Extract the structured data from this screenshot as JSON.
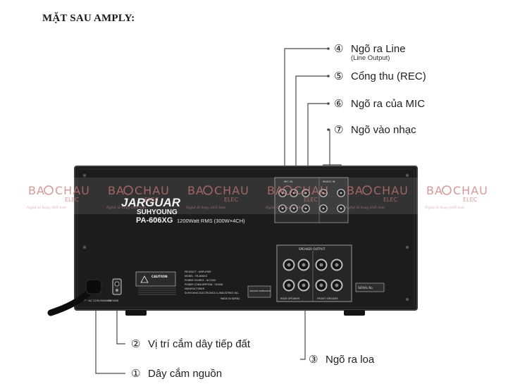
{
  "heading": "MẶT SAU AMPLY:",
  "watermark": {
    "brand_left": "BA",
    "brand_right": "CHAU",
    "sub": "ELEC",
    "slogan": "Nghệ là hoạy thổi hơn"
  },
  "device": {
    "brand": "JARGUAR",
    "sub_brand": "SUHYOUNG",
    "model": "PA-606XG",
    "power_spec": "1200Watt RMS (300W×4CH)",
    "mic_section_label": "MIC IN",
    "music_section_label": "MUSIC IN",
    "speaker_output_label": "SPEAKER OUTPUT",
    "rear_speaker_label": "REAR SPEAKER",
    "front_speaker_label": "FRONT SPEAKER",
    "serial_label": "SERIAL No.",
    "power_label": "~AC 220V/50/60Hz",
    "ground_label": "GROUND",
    "caution_title": "CAUTION",
    "label_product": "PRODUCT : AMPLIFIER",
    "label_model": "MODEL : PA-606XG",
    "label_power_source": "POWER SOURCE : AC220V",
    "label_power_consumption": "POWER CONSUMPTION : 1600W",
    "label_manufacturer": "MANUFACTURER",
    "label_company": "SUHYOUNG ELECTRONICS & INDUSTRIES INC.",
    "label_made_in": "MADE IN KOREA",
    "speaker_impedance": "SPEAKER IMPEDANCE"
  },
  "callouts": [
    {
      "num": "④",
      "text": "Ngõ ra Line",
      "sub": "(Line Output)"
    },
    {
      "num": "⑤",
      "text": "Cổng thu (REC)"
    },
    {
      "num": "⑥",
      "text": "Ngõ ra của MIC"
    },
    {
      "num": "⑦",
      "text": "Ngõ vào nhạc"
    },
    {
      "num": "②",
      "text": "Vị trí cắm dây tiếp đất"
    },
    {
      "num": "③",
      "text": "Ngõ ra loa"
    },
    {
      "num": "①",
      "text": "Dây cắm nguồn"
    }
  ],
  "colors": {
    "panel": "#1d1d1d",
    "panel_edge": "#3a3a3a",
    "leader_line": "#444444",
    "watermark": "#c97777"
  }
}
